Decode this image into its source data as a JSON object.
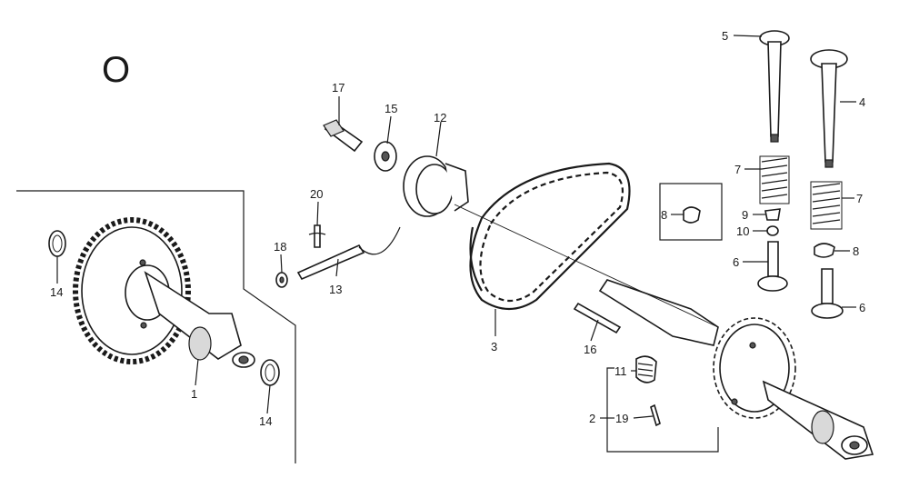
{
  "diagram": {
    "view_label": "O",
    "callouts": {
      "c1": "1",
      "c2": "2",
      "c3": "3",
      "c4": "4",
      "c5": "5",
      "c6a": "6",
      "c6b": "6",
      "c7a": "7",
      "c7b": "7",
      "c8a": "8",
      "c8b": "8",
      "c9": "9",
      "c10": "10",
      "c11": "11",
      "c12": "12",
      "c13": "13",
      "c14a": "14",
      "c14b": "14",
      "c15": "15",
      "c16": "16",
      "c17": "17",
      "c18": "18",
      "c19": "19",
      "c20": "20"
    }
  }
}
